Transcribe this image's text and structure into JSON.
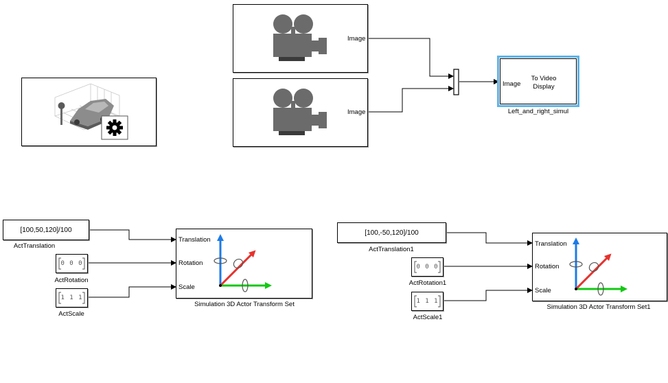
{
  "cameras": [
    {
      "port_label": "Image"
    },
    {
      "port_label": "Image"
    }
  ],
  "video_display": {
    "port_label": "Image",
    "text": "To Video Display",
    "caption": "Left_and_right_simul"
  },
  "set1": {
    "translation_value": "[100,50,120]/100",
    "translation_caption": "ActTranslation",
    "rotation_value": "0  0  0",
    "rotation_caption": "ActRotation",
    "scale_value": "1  1  1",
    "scale_caption": "ActScale",
    "ports": [
      "Translation",
      "Rotation",
      "Scale"
    ],
    "caption": "Simulation 3D Actor Transform Set"
  },
  "set2": {
    "translation_value": "[100,-50,120]/100",
    "translation_caption": "ActTranslation1",
    "rotation_value": "0  0  0",
    "rotation_caption": "ActRotation1",
    "scale_value": "1  1  1",
    "scale_caption": "ActScale1",
    "ports": [
      "Translation",
      "Rotation",
      "Scale"
    ],
    "caption": "Simulation 3D Actor Transform Set1"
  },
  "colors": {
    "selection": "#5fb3e8",
    "camera_gray": "#6b6b6b",
    "axis_blue": "#1e7be6",
    "axis_red": "#e6322d",
    "axis_green": "#14c814"
  }
}
